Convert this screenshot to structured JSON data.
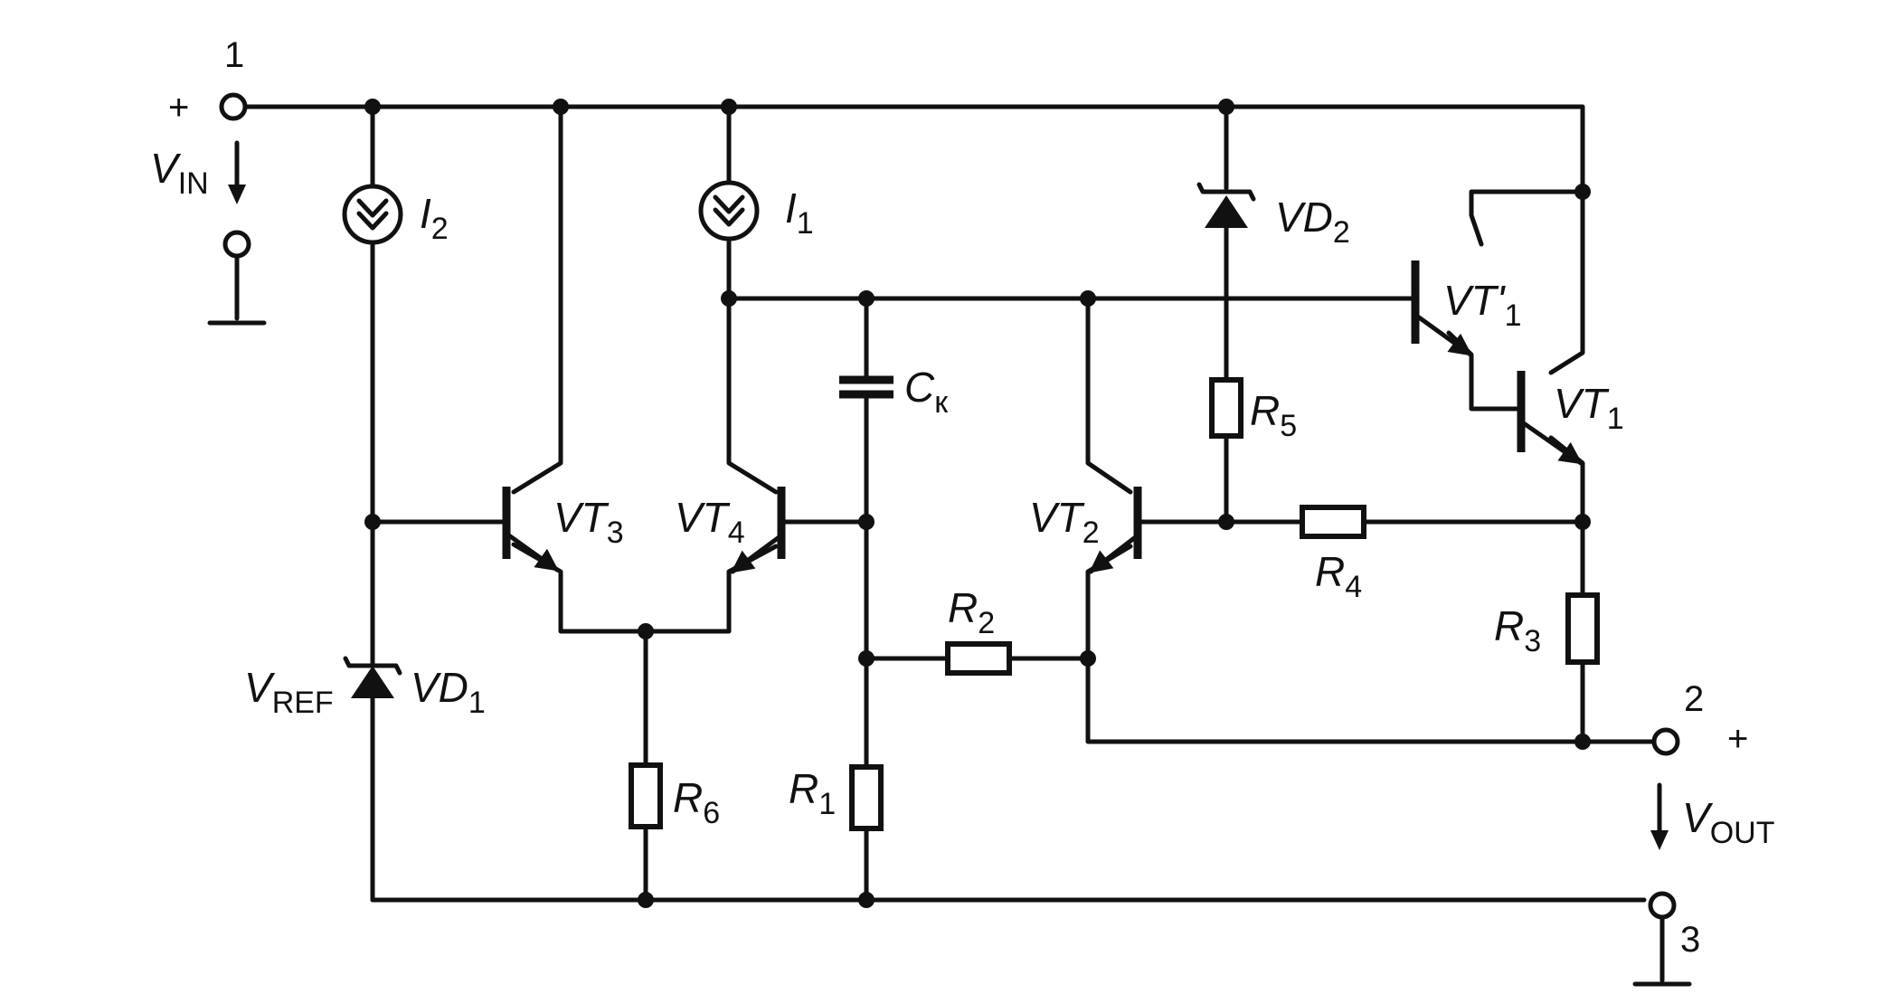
{
  "terminals": {
    "t1": "1",
    "t2": "2",
    "t3": "3",
    "plus_in": "+",
    "plus_out": "+"
  },
  "voltages": {
    "vin": {
      "main": "V",
      "sub": "IN"
    },
    "vout": {
      "main": "V",
      "sub": "OUT"
    },
    "vref": {
      "main": "V",
      "sub": "REF"
    }
  },
  "sources": {
    "i1": {
      "main": "I",
      "sub": "1"
    },
    "i2": {
      "main": "I",
      "sub": "2"
    }
  },
  "transistors": {
    "vt1": {
      "main": "VT",
      "sub": "1"
    },
    "vt1p": {
      "main": "VT'",
      "sub": "1"
    },
    "vt2": {
      "main": "VT",
      "sub": "2"
    },
    "vt3": {
      "main": "VT",
      "sub": "3"
    },
    "vt4": {
      "main": "VT",
      "sub": "4"
    }
  },
  "diodes": {
    "vd1": {
      "main": "VD",
      "sub": "1"
    },
    "vd2": {
      "main": "VD",
      "sub": "2"
    }
  },
  "resistors": {
    "r1": {
      "main": "R",
      "sub": "1"
    },
    "r2": {
      "main": "R",
      "sub": "2"
    },
    "r3": {
      "main": "R",
      "sub": "3"
    },
    "r4": {
      "main": "R",
      "sub": "4"
    },
    "r5": {
      "main": "R",
      "sub": "5"
    },
    "r6": {
      "main": "R",
      "sub": "6"
    }
  },
  "capacitors": {
    "ck": {
      "main": "C",
      "sub": "к"
    }
  }
}
